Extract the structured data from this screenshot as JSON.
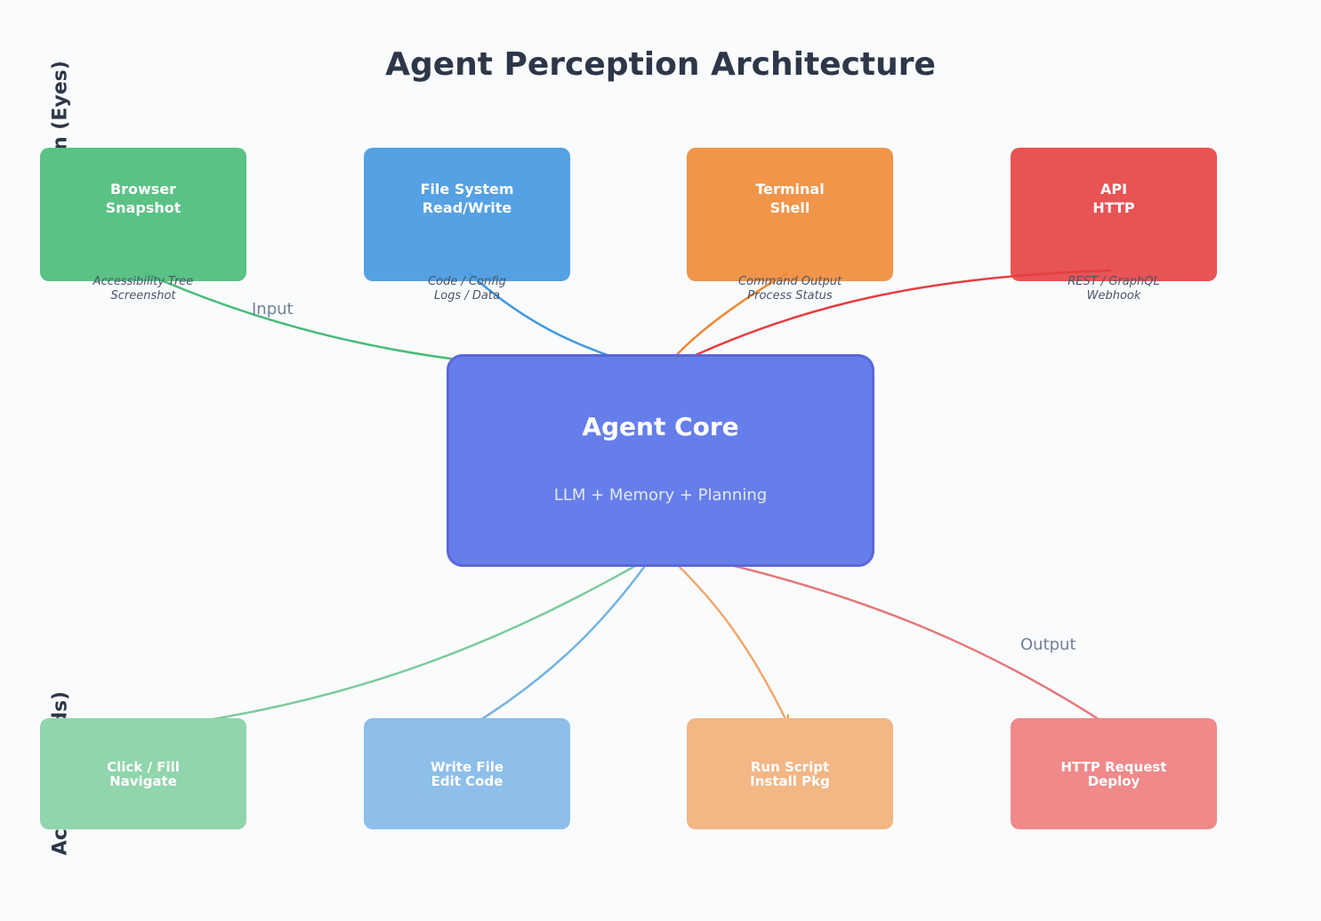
{
  "title": "Agent Perception Architecture",
  "sections": {
    "perception": "Perception (Eyes)",
    "action": "Action (Hands)"
  },
  "perception": [
    {
      "line1": "Browser",
      "line2": "Snapshot",
      "cap1": "Accessibility Tree",
      "cap2": "Screenshot",
      "color": "#5ac285"
    },
    {
      "line1": "File System",
      "line2": "Read/Write",
      "cap1": "Code / Config",
      "cap2": "Logs / Data",
      "color": "#55a1e3"
    },
    {
      "line1": "Terminal",
      "line2": "Shell",
      "cap1": "Command Output",
      "cap2": "Process Status",
      "color": "#f0954a"
    },
    {
      "line1": "API",
      "line2": "HTTP",
      "cap1": "REST / GraphQL",
      "cap2": "Webhook",
      "color": "#e85354"
    }
  ],
  "actions": [
    {
      "line1": "Click / Fill",
      "line2": "Navigate",
      "color": "#90d5ac"
    },
    {
      "line1": "Write File",
      "line2": "Edit Code",
      "color": "#8dbfea"
    },
    {
      "line1": "Run Script",
      "line2": "Install Pkg",
      "color": "#f3b685"
    },
    {
      "line1": "HTTP Request",
      "line2": "Deploy",
      "color": "#ef898a"
    }
  ],
  "core": {
    "title": "Agent Core",
    "subtitle": "LLM + Memory + Planning",
    "color": "#667eea"
  },
  "labels": {
    "input": "Input",
    "output": "Output"
  },
  "arrow_colors": {
    "in": [
      "#48bb78",
      "#4299e1",
      "#ed8936",
      "#e53e3e"
    ],
    "out": [
      "#7ccb9a",
      "#74b3e3",
      "#f0a86c",
      "#e57878"
    ]
  }
}
